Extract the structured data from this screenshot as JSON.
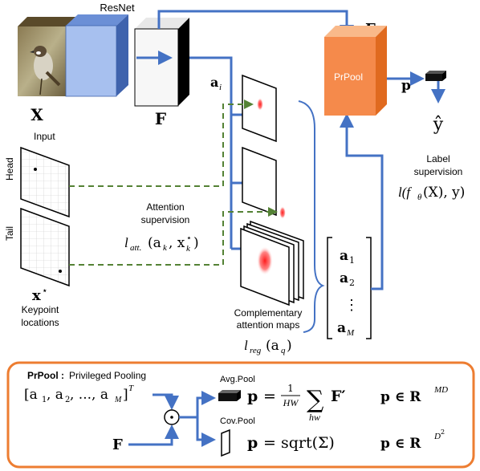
{
  "colors": {
    "blue": "#4472c4",
    "green": "#548235",
    "orange": "#ed7d31",
    "resnet_light": "#a7c0ef",
    "resnet_dark": "#6b8fd6",
    "prpool": "#f4a06a",
    "prpool_front": "#f58a4b"
  },
  "top": {
    "input_symbol": "X",
    "resnet_label": "ResNet",
    "feature_symbol": "F",
    "feature_symbol_top": "F",
    "attention_symbol": "a",
    "attention_sub": "i",
    "prpool_label": "PrPool",
    "p_symbol": "p",
    "y_hat": "ŷ",
    "label_supervision_1": "Label",
    "label_supervision_2": "supervision",
    "label_loss": "l(f",
    "label_loss_theta": "θ",
    "label_loss_rest": "(X), y)"
  },
  "keypoints": {
    "input_label": "Input",
    "head_label": "Head",
    "tail_label": "Tail",
    "x_star": "x",
    "x_star_sup": "⋆",
    "caption_1": "Keypoint",
    "caption_2": "locations"
  },
  "attention": {
    "supervision_1": "Attention",
    "supervision_2": "supervision",
    "loss_l": "l",
    "loss_sub": "att.",
    "loss_args": "(a",
    "loss_k": "k",
    "loss_sep": ", x",
    "loss_k2": "k",
    "loss_star": "⋆",
    "loss_close": ")"
  },
  "maps": {
    "caption_1": "Complementary",
    "caption_2": "attention maps",
    "reg_l": "l",
    "reg_sub": "reg",
    "reg_args": "(a",
    "reg_q": "q",
    "reg_close": ")"
  },
  "vector": {
    "a1": "a",
    "a1_sub": "1",
    "a2": "a",
    "a2_sub": "2",
    "dots": "⋮",
    "aM": "a",
    "aM_sub": "M"
  },
  "prpool_box": {
    "title_bold": "PrPool :",
    "title_rest": " Privileged Pooling",
    "a_list": "[a",
    "a_list_1": "1",
    "a_list_mid": ", a",
    "a_list_2": "2",
    "a_list_dots": ", ..., a",
    "a_list_M": "M",
    "a_list_close": "]",
    "a_list_T": "T",
    "f_symbol": "F",
    "odot": "⊙",
    "avg_label": "Avg.Pool",
    "cov_label": "Cov.Pool",
    "eq1_p": "p",
    "eq1_eq": "=",
    "eq1_num": "1",
    "eq1_den": "HW",
    "eq1_sum": "∑",
    "eq1_sum_sub": "hw",
    "eq1_f": "F′",
    "eq1_space": "p ∈ R",
    "eq1_sup": "MD",
    "eq2_p": "p",
    "eq2_eq": "= sqrt(Σ)",
    "eq2_space": "p ∈ R",
    "eq2_sup": "D",
    "eq2_sup2": "2"
  }
}
